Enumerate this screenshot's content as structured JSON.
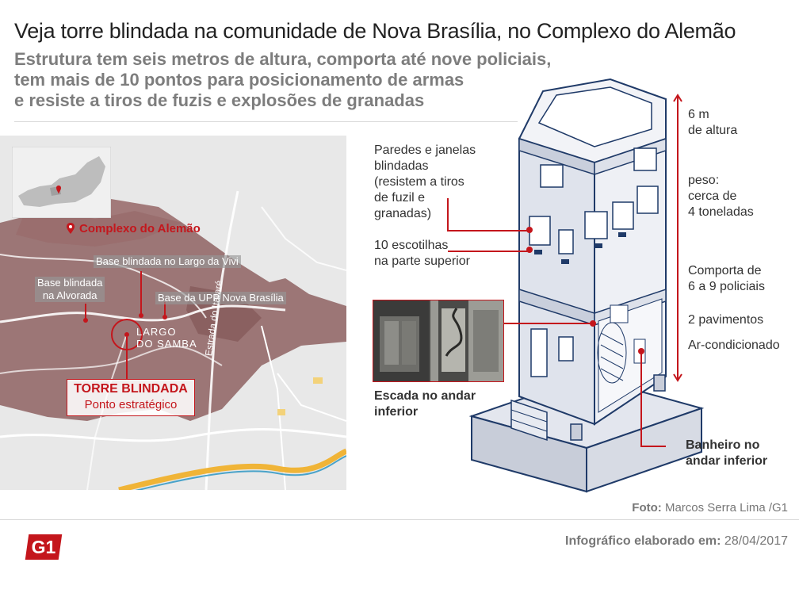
{
  "header": {
    "title": "Veja torre blindada na comunidade de Nova Brasília, no Complexo do Alemão",
    "subtitle_lines": [
      "Estrutura tem seis metros de altura, comporta até nove policiais,",
      "tem mais de 10 pontos para posicionamento de armas",
      "e resiste a tiros de fuzis e explosões de granadas"
    ]
  },
  "map": {
    "complexo_label": "Complexo do Alemão",
    "bases": {
      "vivi": "Base blindada no Largo da Vivi",
      "alvorada_line1": "Base blindada",
      "alvorada_line2": "na Alvorada",
      "upp": "Base da UPP Nova Brasília"
    },
    "largo_line1": "LARGO",
    "largo_line2": "DO SAMBA",
    "road_label": "Estrada do Itararé",
    "torre_title": "TORRE BLINDADA",
    "torre_sub": "Ponto estratégico",
    "colors": {
      "community": "#8a5a5a",
      "accent": "#c4161c",
      "map_bg": "#e9e9e9"
    }
  },
  "tower": {
    "height_line1": "6 m",
    "height_line2": "de altura",
    "weight_lines": [
      "peso:",
      "cerca de",
      "4 toneladas"
    ],
    "capacity_lines": [
      "Comporta de",
      "6 a 9 policiais"
    ],
    "floors": "2 pavimentos",
    "ac": "Ar-condicionado",
    "walls_lines": [
      "Paredes e janelas",
      "blindadas",
      "(resistem a tiros",
      "de fuzil e",
      "granadas)"
    ],
    "hatches_lines": [
      "10 escotilhas",
      "na parte superior"
    ],
    "stairs_lines": [
      "Escada no andar",
      "inferior"
    ],
    "bathroom_lines": [
      "Banheiro no",
      "andar inferior"
    ]
  },
  "footer": {
    "photo_prefix": "Foto:",
    "photo_credit": "Marcos Serra Lima /G1",
    "logo": "G1",
    "info_prefix": "Infográfico elaborado em:",
    "info_date": "28/04/2017"
  }
}
